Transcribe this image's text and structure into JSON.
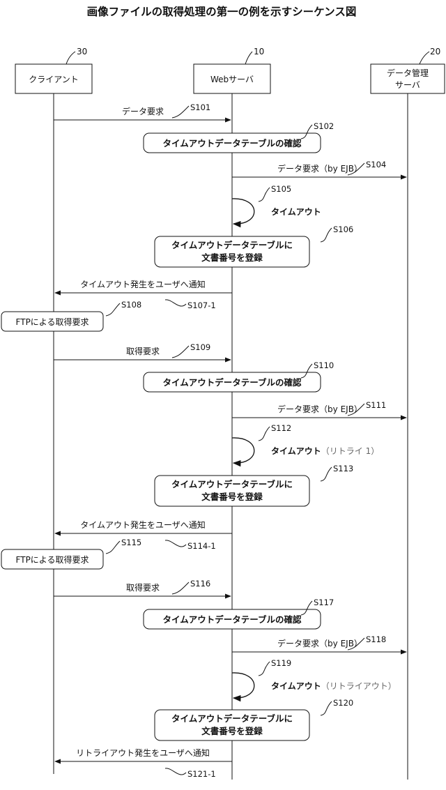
{
  "title": "画像ファイルの取得処理の第一の例を示すシーケンス図",
  "participants": [
    {
      "ref": "30",
      "name_lines": [
        "クライアント"
      ]
    },
    {
      "ref": "10",
      "name_lines": [
        "Webサーバ"
      ]
    },
    {
      "ref": "20",
      "name_lines": [
        "データ管理",
        "サーバ"
      ]
    }
  ],
  "steps": [
    {
      "kind": "msg",
      "label": "データ要求",
      "step": "S101"
    },
    {
      "kind": "box",
      "lines": [
        "タイムアウトデータテーブルの確認"
      ],
      "step": "S102"
    },
    {
      "kind": "msg",
      "label": "データ要求（by EJB）",
      "step": "S104"
    },
    {
      "kind": "self",
      "label": "タイムアウト",
      "note": "",
      "step": "S105"
    },
    {
      "kind": "box",
      "lines": [
        "タイムアウトデータテーブルに",
        "文書番号を登録"
      ],
      "step": "S106"
    },
    {
      "kind": "msg",
      "label": "タイムアウト発生をユーザへ通知",
      "step": "S107-1"
    },
    {
      "kind": "action",
      "label": "FTPによる取得要求",
      "step": "S108"
    },
    {
      "kind": "msg",
      "label": "取得要求",
      "step": "S109"
    },
    {
      "kind": "box",
      "lines": [
        "タイムアウトデータテーブルの確認"
      ],
      "step": "S110"
    },
    {
      "kind": "msg",
      "label": "データ要求（by EJB）",
      "step": "S111"
    },
    {
      "kind": "self",
      "label": "タイムアウト",
      "note": "（リトライ 1）",
      "step": "S112"
    },
    {
      "kind": "box",
      "lines": [
        "タイムアウトデータテーブルに",
        "文書番号を登録"
      ],
      "step": "S113"
    },
    {
      "kind": "msg",
      "label": "タイムアウト発生をユーザへ通知",
      "step": "S114-1"
    },
    {
      "kind": "action",
      "label": "FTPによる取得要求",
      "step": "S115"
    },
    {
      "kind": "msg",
      "label": "取得要求",
      "step": "S116"
    },
    {
      "kind": "box",
      "lines": [
        "タイムアウトデータテーブルの確認"
      ],
      "step": "S117"
    },
    {
      "kind": "msg",
      "label": "データ要求（by EJB）",
      "step": "S118"
    },
    {
      "kind": "self",
      "label": "タイムアウト",
      "note": "（リトライアウト）",
      "step": "S119"
    },
    {
      "kind": "box",
      "lines": [
        "タイムアウトデータテーブルに",
        "文書番号を登録"
      ],
      "step": "S120"
    },
    {
      "kind": "msg",
      "label": "リトライアウト発生をユーザへ通知",
      "step": "S121-1"
    }
  ]
}
